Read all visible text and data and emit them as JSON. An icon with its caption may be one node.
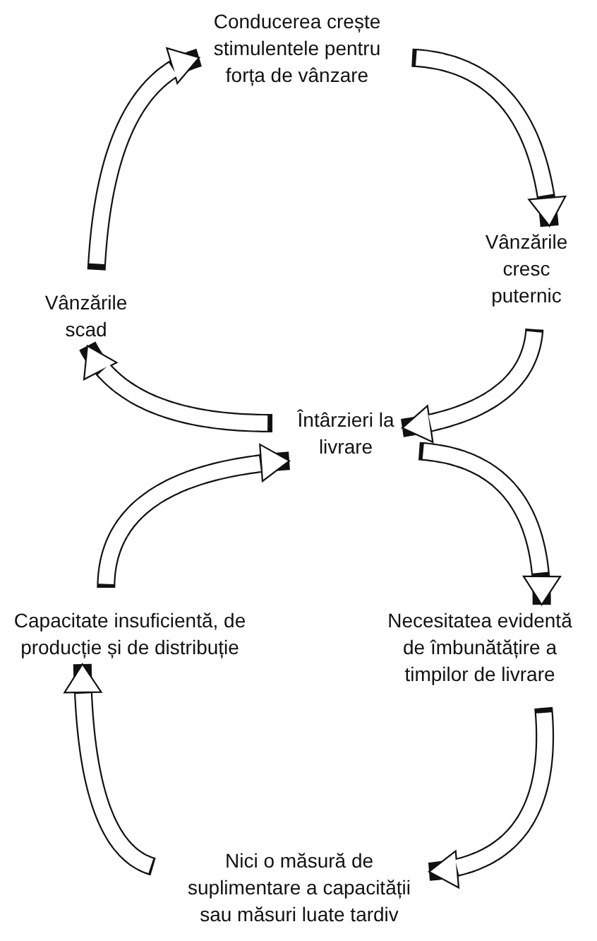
{
  "diagram": {
    "nodes": [
      {
        "text": [
          "Conducerea crește stimulentele pentru forța de vânzare"
        ]
      },
      {
        "text": [
          "Vânzările cresc puternic"
        ]
      },
      {
        "text": [
          "Întârzieri la livrare"
        ]
      },
      {
        "text": [
          "Vânzările scad"
        ]
      },
      {
        "text": [
          "Necesitatea evidentă de îmbunătățire a timpilor de livrare"
        ]
      },
      {
        "text": [
          "Capacitate insuficientă, de producție și de distribuție"
        ]
      },
      {
        "text": [
          "Nici o măsură de suplimentare a capacității sau măsuri luate tardiv"
        ]
      }
    ],
    "edges": [
      {
        "from": 0,
        "to": 1,
        "arrow": "to"
      },
      {
        "from": 1,
        "to": 2,
        "arrow": "to"
      },
      {
        "from": 2,
        "to": 3,
        "arrow": "to"
      },
      {
        "from": 3,
        "to": 0,
        "arrow": "to"
      },
      {
        "from": 2,
        "to": 4,
        "arrow": "to"
      },
      {
        "from": 4,
        "to": 6,
        "arrow": "to"
      },
      {
        "from": 6,
        "to": 5,
        "arrow": "to"
      },
      {
        "from": 5,
        "to": 2,
        "arrow": "to"
      }
    ]
  }
}
